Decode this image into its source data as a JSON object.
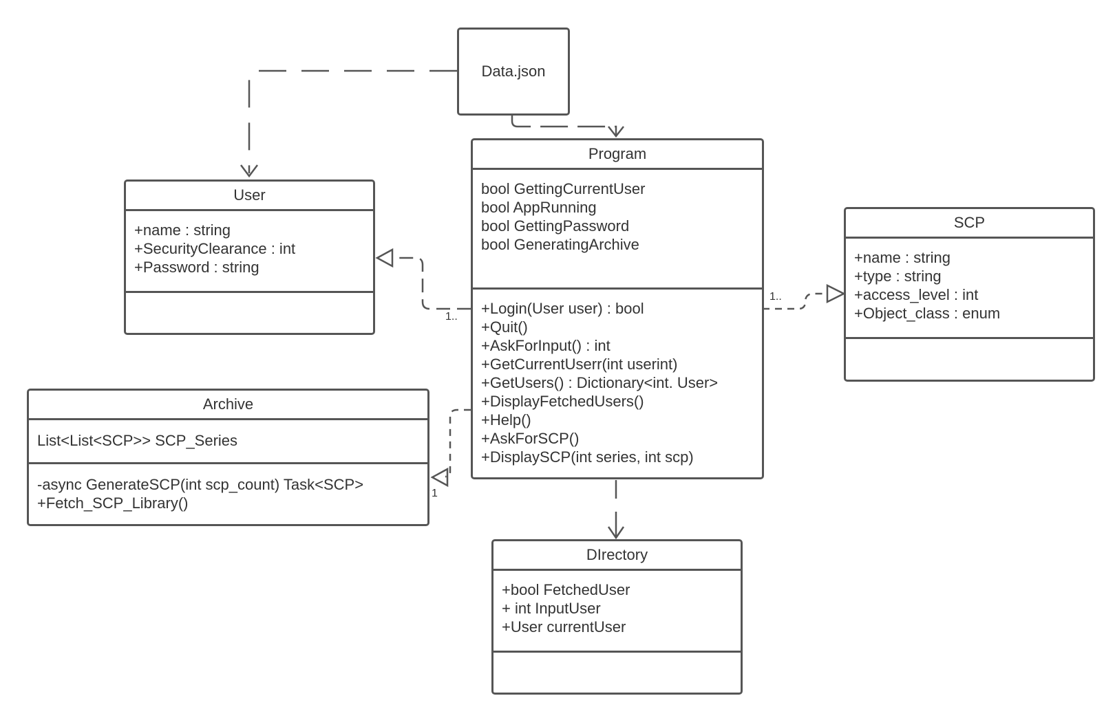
{
  "data_file": {
    "label": "Data.json"
  },
  "classes": {
    "program": {
      "name": "Program",
      "attributes": [
        "bool GettingCurrentUser",
        "bool AppRunning",
        "bool GettingPassword",
        "bool GeneratingArchive"
      ],
      "methods": [
        "+Login(User user) : bool",
        "+Quit()",
        "+AskForInput() : int",
        "+GetCurrentUserr(int userint)",
        "+GetUsers() : Dictionary<int. User>",
        "+DisplayFetchedUsers()",
        "+Help()",
        "+AskForSCP()",
        "+DisplaySCP(int series, int scp)"
      ]
    },
    "user": {
      "name": "User",
      "attributes": [
        "+name : string",
        "+SecurityClearance : int",
        "+Password : string"
      ]
    },
    "scp": {
      "name": "SCP",
      "attributes": [
        "+name : string",
        "+type : string",
        "+access_level : int",
        "+Object_class : enum"
      ]
    },
    "archive": {
      "name": "Archive",
      "attributes": [
        "List<List<SCP>> SCP_Series"
      ],
      "methods": [
        "-async GenerateSCP(int scp_count) Task<SCP>",
        "+Fetch_SCP_Library()"
      ]
    },
    "directory": {
      "name": "DIrectory",
      "attributes": [
        "+bool FetchedUser",
        "+ int InputUser",
        "+User currentUser"
      ]
    }
  },
  "multiplicities": {
    "program_user": "1..",
    "program_scp": "1..",
    "archive_program": "1"
  },
  "colors": {
    "stroke": "#555555",
    "text": "#333333",
    "background": "#ffffff"
  }
}
